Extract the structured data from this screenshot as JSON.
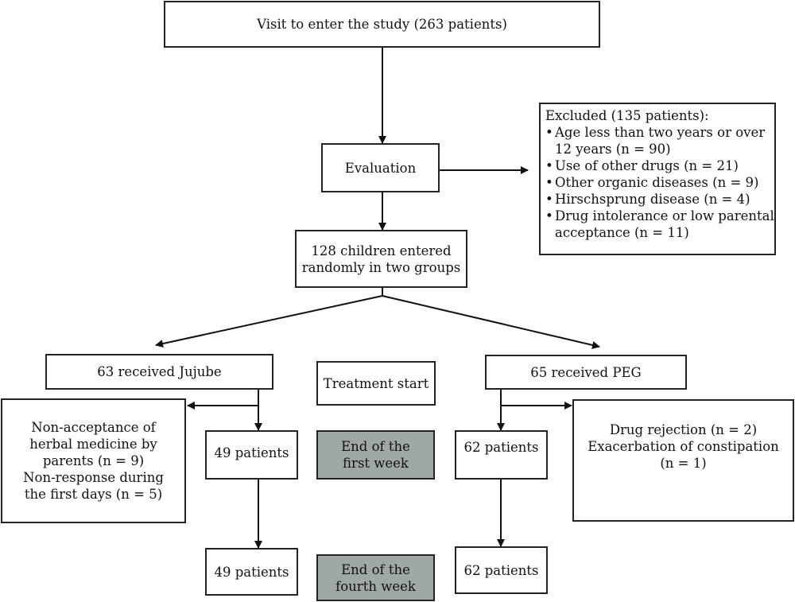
{
  "boxes": {
    "enter": [
      "Visit to enter the study (263 patients)"
    ],
    "evaluation": [
      "Evaluation"
    ],
    "excluded": {
      "title": "Excluded (135 patients):",
      "items": [
        [
          "Age less than two years or over",
          "12 years (n = 90)"
        ],
        [
          "Use of other drugs (n = 21)"
        ],
        [
          "Other organic diseases (n = 9)"
        ],
        [
          "Hirschsprung disease (n = 4)"
        ],
        [
          "Drug intolerance or low parental",
          "acceptance (n = 11)"
        ]
      ]
    },
    "randomized": [
      "128 children entered",
      "randomly in two groups"
    ],
    "jujube": [
      "63 received Jujube"
    ],
    "treatment_start": [
      "Treatment start"
    ],
    "peg": [
      "65 received PEG"
    ],
    "jujube_dropout": [
      "Non-acceptance of",
      "herbal medicine by",
      "parents (n = 9)",
      "Non-response during",
      "the first days (n = 5)"
    ],
    "jujube_week1": [
      "49 patients"
    ],
    "end_week1": [
      "End of the",
      "first week"
    ],
    "peg_week1": [
      "62 patients"
    ],
    "peg_dropout": [
      "Drug rejection (n = 2)",
      "Exacerbation of constipation",
      "(n = 1)"
    ],
    "jujube_week4": [
      "49 patients"
    ],
    "end_week4": [
      "End of the",
      "fourth week"
    ],
    "peg_week4": [
      "62 patients"
    ]
  },
  "colors": {
    "shaded_box": "#9fa8a6",
    "border": "#222222"
  }
}
